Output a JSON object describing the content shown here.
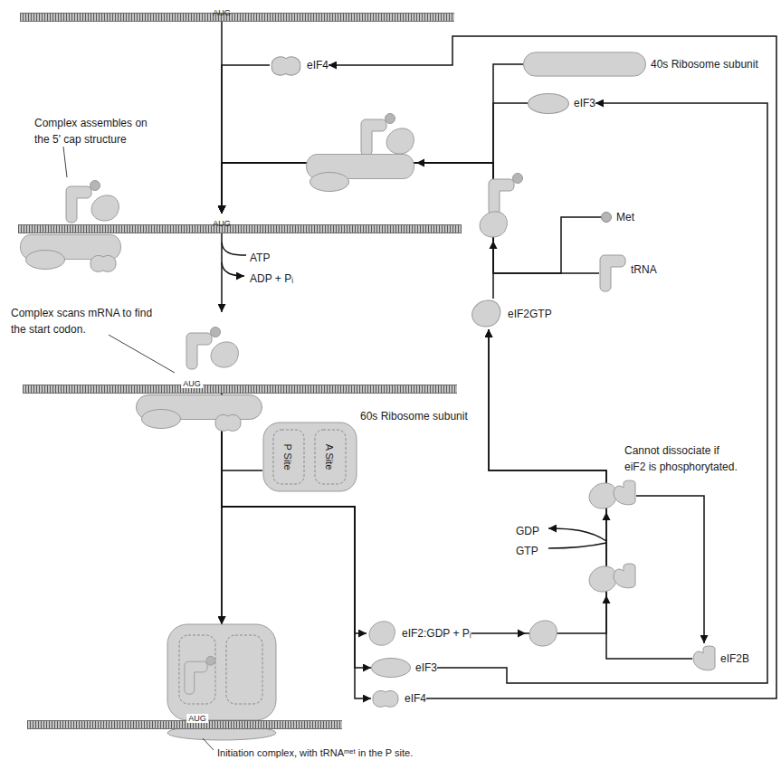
{
  "diagram": {
    "nodes": [
      {
        "text": [
          "AUG"
        ]
      },
      {
        "text": [
          "eIF4"
        ]
      },
      {
        "text": [
          "40s Ribosome subunit"
        ]
      },
      {
        "text": [
          "eIF3"
        ]
      },
      {
        "text": [
          "AUG"
        ]
      },
      {
        "text": [
          "Met"
        ]
      },
      {
        "text": [
          "tRNA"
        ]
      },
      {
        "text": [
          "eIF2GTP"
        ]
      },
      {
        "text": [
          "AUG"
        ]
      },
      {
        "text": [
          "60s Ribosome subunit",
          "P Site",
          "A Site"
        ]
      },
      {
        "text": [
          "eIF2:GDP + Pᵢ"
        ]
      },
      {
        "text": [
          "eIF2B"
        ]
      },
      {
        "text": [
          "eIF3"
        ]
      },
      {
        "text": [
          "eIF4"
        ]
      },
      {
        "text": [
          "AUG"
        ]
      }
    ],
    "edges": [
      {
        "from": 0,
        "to": 4,
        "arrow": "to"
      },
      {
        "from": 1,
        "to": 4,
        "arrow": "to"
      },
      {
        "from": 2,
        "to": 4,
        "arrow": "to"
      },
      {
        "from": 3,
        "to": 4,
        "arrow": "to"
      },
      {
        "from": 7,
        "to": 4,
        "arrow": "to"
      },
      {
        "from": 5,
        "to": 4,
        "arrow": "to"
      },
      {
        "from": 6,
        "to": 4,
        "arrow": "to"
      },
      {
        "from": 4,
        "to": 8,
        "arrow": "to"
      },
      {
        "from": 8,
        "to": 14,
        "arrow": "to"
      },
      {
        "from": 9,
        "to": 14,
        "arrow": "to"
      },
      {
        "from": 8,
        "to": 10,
        "arrow": "to"
      },
      {
        "from": 8,
        "to": 12,
        "arrow": "to"
      },
      {
        "from": 8,
        "to": 13,
        "arrow": "to"
      },
      {
        "from": 10,
        "to": 7,
        "arrow": "to"
      },
      {
        "from": 11,
        "to": 7,
        "arrow": "to"
      },
      {
        "from": 13,
        "to": 1,
        "arrow": "to"
      },
      {
        "from": 12,
        "to": 3,
        "arrow": "to"
      }
    ],
    "labels": [
      "Complex assembles on the 5' cap structure",
      "ATP",
      "ADP + Pᵢ",
      "Cannot dissociate if eiF2 is phosphorytated.",
      "Complex scans mRNA to find the start codon.",
      "GDP",
      "GTP",
      "Initiation complex, with tRNAᵐᵉᵗ in the P site."
    ]
  }
}
